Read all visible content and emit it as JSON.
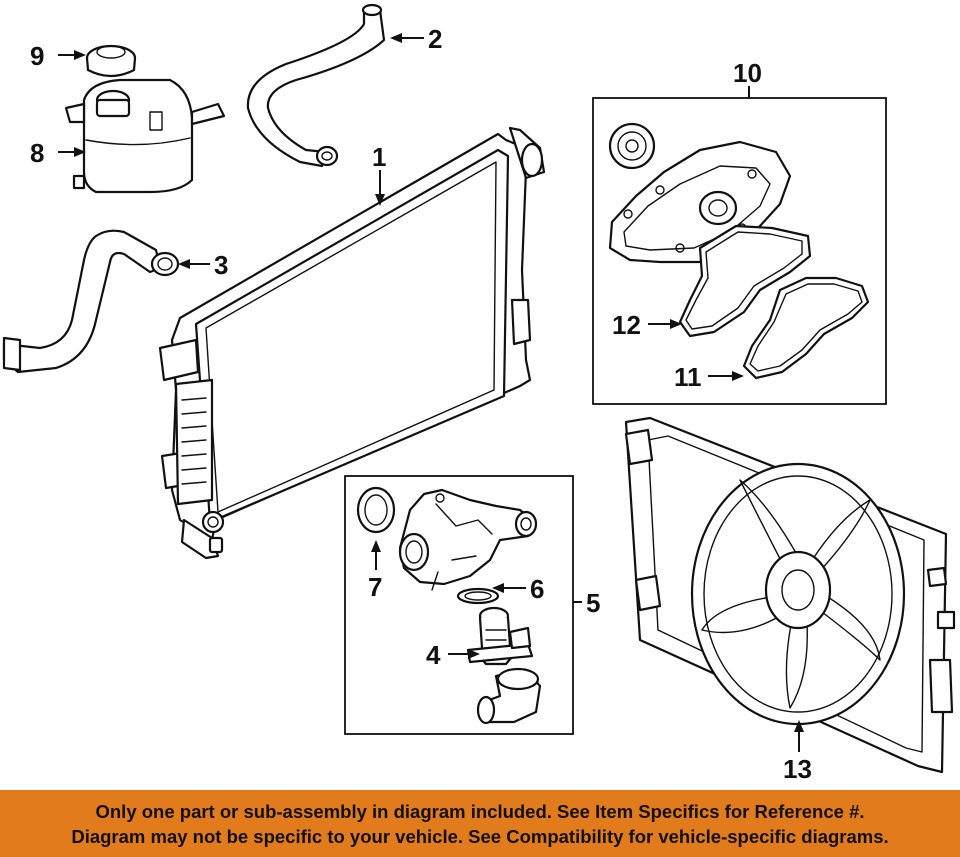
{
  "callouts": [
    {
      "id": "1",
      "label": "1"
    },
    {
      "id": "2",
      "label": "2"
    },
    {
      "id": "3",
      "label": "3"
    },
    {
      "id": "4",
      "label": "4"
    },
    {
      "id": "5",
      "label": "5"
    },
    {
      "id": "6",
      "label": "6"
    },
    {
      "id": "7",
      "label": "7"
    },
    {
      "id": "8",
      "label": "8"
    },
    {
      "id": "9",
      "label": "9"
    },
    {
      "id": "10",
      "label": "10"
    },
    {
      "id": "11",
      "label": "11"
    },
    {
      "id": "12",
      "label": "12"
    },
    {
      "id": "13",
      "label": "13"
    }
  ],
  "notice": {
    "line1": "Only one part or sub-assembly in diagram included. See Item Specifics for Reference #.",
    "line2": "Diagram may not be specific to your vehicle. See Compatibility for vehicle-specific diagrams.",
    "background": "#e27b1b"
  }
}
